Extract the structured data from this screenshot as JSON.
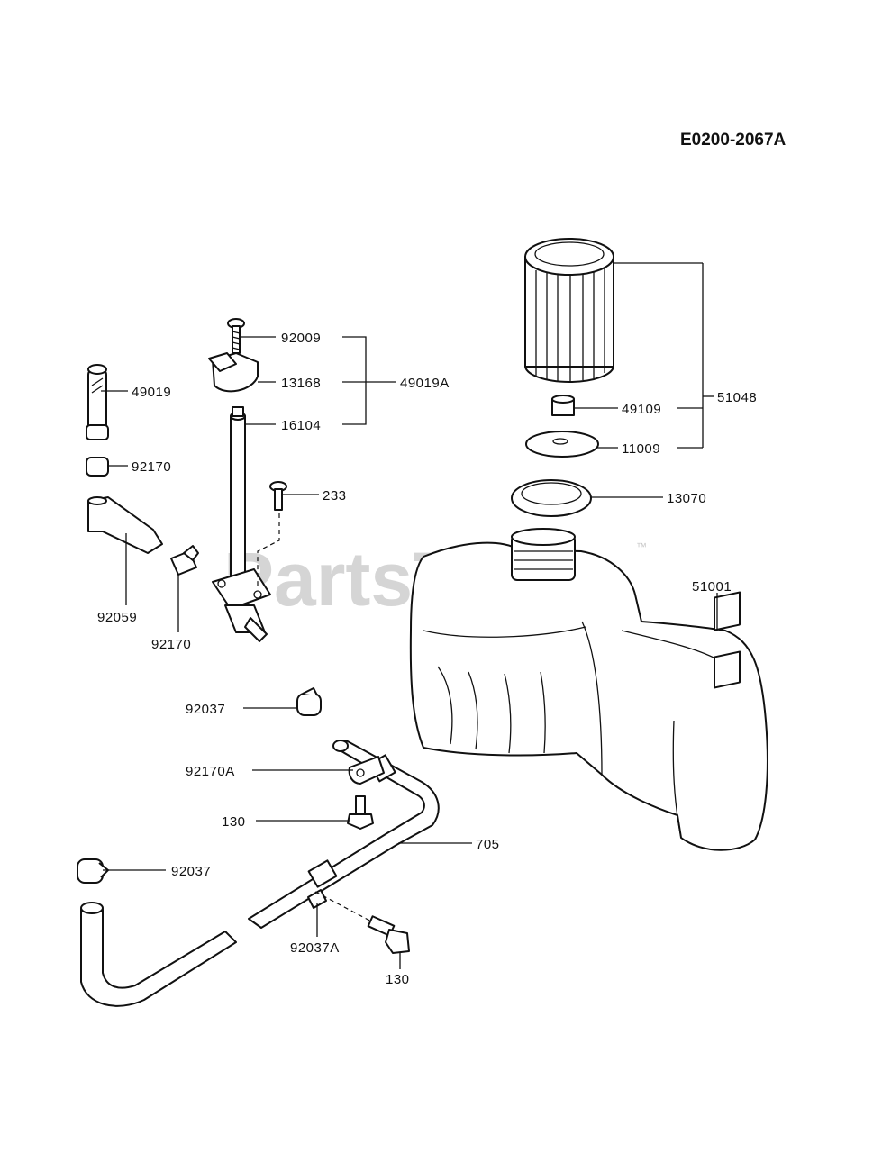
{
  "diagram_code": "E0200-2067A",
  "watermark": {
    "text": "PartsTree",
    "tm": "™"
  },
  "labels": {
    "p92009": "92009",
    "p13168": "13168",
    "p49019A": "49019A",
    "p16104": "16104",
    "p49019": "49019",
    "p92170_top": "92170",
    "p233": "233",
    "p92059": "92059",
    "p92170_bottom": "92170",
    "p51048": "51048",
    "p49109": "49109",
    "p11009": "11009",
    "p13070": "13070",
    "p51001": "51001",
    "p92037_top": "92037",
    "p92170A": "92170A",
    "p130_left": "130",
    "p705": "705",
    "p92037_bottom": "92037",
    "p92037A": "92037A",
    "p130_bottom": "130"
  }
}
